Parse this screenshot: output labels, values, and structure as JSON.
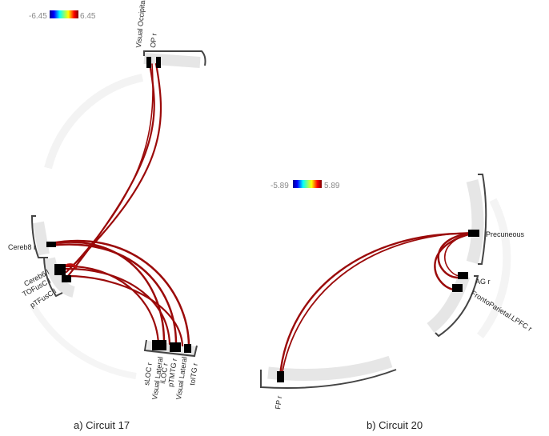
{
  "colors": {
    "link": "#9b0a0a",
    "ring": "#e6e6e6",
    "faint_ring": "#f3f3f3",
    "bracket": "#444444",
    "node": "#000000"
  },
  "panel_a": {
    "caption": "a) Circuit 17",
    "colorbar": {
      "min": "-6.45",
      "max": "6.45"
    },
    "labels": {
      "visual_occipital": "Visual Occipital",
      "op_r": "OP r",
      "cereb8_r": "Cereb8 r",
      "cereb6_l": "Cereb6 l",
      "tofusc_l": "TOFusC l",
      "ptfusc_l": "pTFusC l",
      "sloc_r": "sLOC r",
      "visual_lateral": "Visual Lateral",
      "iloc_r": "iLOC r",
      "ptmtg_r": "pTMTG r",
      "visual_lateral_2": "Visual Lateral",
      "toitg_r": "toITG r"
    }
  },
  "panel_b": {
    "caption": "b) Circuit 20",
    "colorbar": {
      "min": "-5.89",
      "max": "5.89"
    },
    "labels": {
      "precuneous": "Precuneous",
      "ag_r": "AG r",
      "frontoparietal_lpfc_r": "FrontoParietal.LPFC r",
      "fp_r": "FP r"
    }
  }
}
